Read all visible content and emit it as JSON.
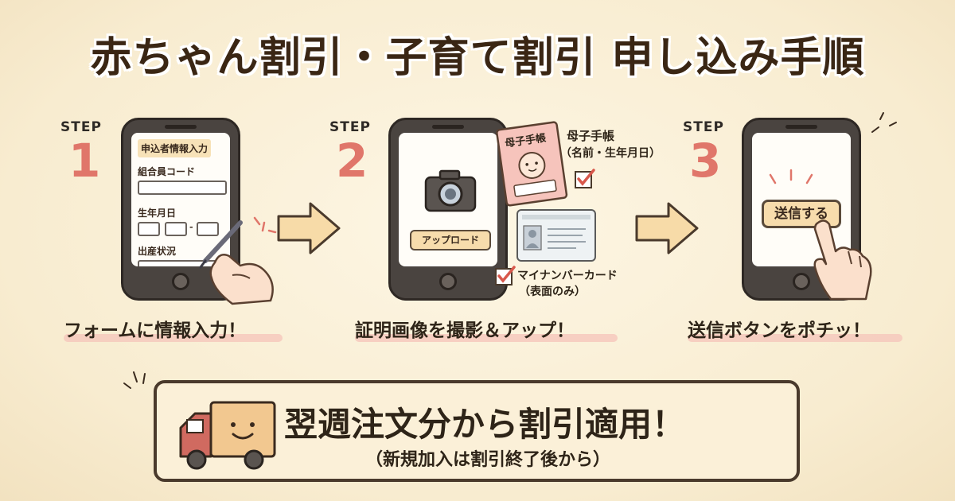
{
  "title": "赤ちゃん割引・子育て割引 申し込み手順",
  "steps": [
    {
      "label": "STEP",
      "number": "1",
      "caption": "フォームに情報入力！",
      "form": {
        "header": "申込者情報入力",
        "field1": "組合員コード",
        "field2": "生年月日",
        "date_separator": "-",
        "field3": "出産状況"
      }
    },
    {
      "label": "STEP",
      "number": "2",
      "caption": "証明画像を撮影＆アップ！",
      "upload_button": "アップロード",
      "documents": [
        {
          "card_label": "母子手帳",
          "name": "母子手帳",
          "detail": "（名前・生年月日）"
        },
        {
          "name": "マイナンバーカード",
          "detail": "（表面のみ）"
        }
      ]
    },
    {
      "label": "STEP",
      "number": "3",
      "caption": "送信ボタンをポチッ！",
      "send_button": "送信する"
    }
  ],
  "banner": {
    "main": "翌週注文分から割引適用！",
    "sub": "（新規加入は割引終了後から）"
  },
  "colors": {
    "accent_number": "#e0766a",
    "button_fill": "#f7dcac",
    "arrow_fill": "#f7dba8",
    "underline": "#f6c9bd"
  }
}
